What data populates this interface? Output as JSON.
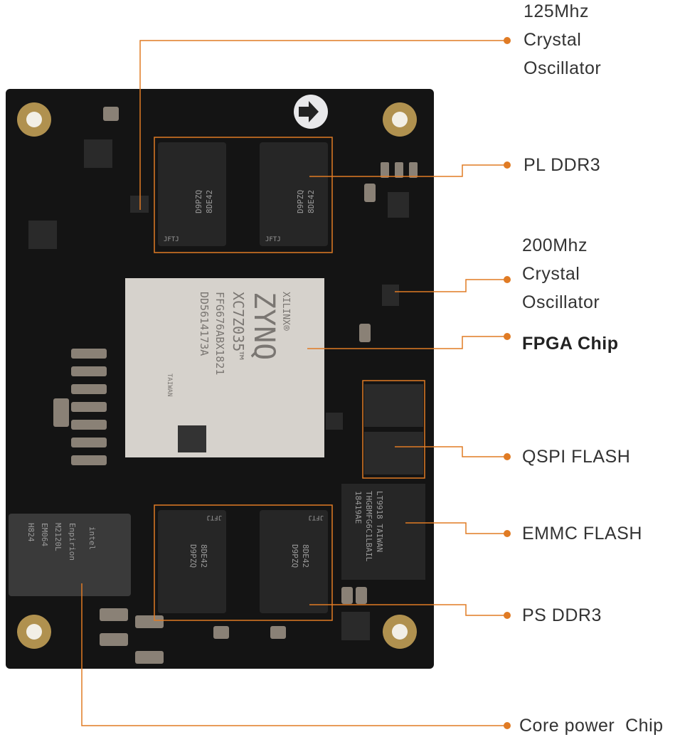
{
  "callouts": [
    {
      "id": "osc125",
      "lines": [
        "125Mhz",
        "Crystal",
        "Oscillator"
      ],
      "bold": false
    },
    {
      "id": "pl_ddr3",
      "lines": [
        "PL DDR3"
      ],
      "bold": false
    },
    {
      "id": "osc200",
      "lines": [
        "200Mhz",
        "Crystal",
        "Oscillator"
      ],
      "bold": false
    },
    {
      "id": "fpga",
      "lines": [
        "FPGA Chip"
      ],
      "bold": true
    },
    {
      "id": "qspi",
      "lines": [
        "QSPI FLASH"
      ],
      "bold": false
    },
    {
      "id": "emmc",
      "lines": [
        "EMMC FLASH"
      ],
      "bold": false
    },
    {
      "id": "ps_ddr3",
      "lines": [
        "PS DDR3"
      ],
      "bold": false
    },
    {
      "id": "power",
      "lines": [
        "Core power  Chip"
      ],
      "bold": false
    }
  ],
  "fpga_marking": {
    "brand": "XILINX®",
    "family": "ZYNQ",
    "part": "XC7Z035™",
    "package": "FFG676ABX1821",
    "lot": "DD5614173A",
    "origin": "TAIWAN"
  },
  "ddr_marking": {
    "code1": "8DE42",
    "code2": "D9PZQ",
    "code3": "JFTJ"
  },
  "power_marking": {
    "brand": "intel",
    "line1": "Enpirion",
    "line2": "M2120L",
    "line3": "EM064",
    "line4": "H824"
  },
  "emmc_marking": {
    "line1": "18419AE",
    "line2": "THGBMFG6C1LBAIL",
    "line3": "LT9918 TAIWAN"
  },
  "colors": {
    "accent": "#e07b24",
    "board": "#141414",
    "chip": "#d6d2cc"
  }
}
